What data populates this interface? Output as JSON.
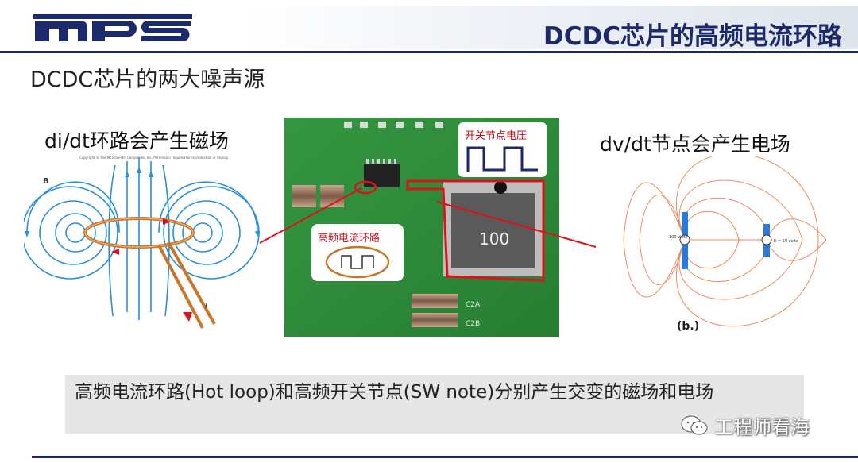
{
  "header": {
    "logo_text": "mps",
    "title": "DCDC芯片的高频电流环路"
  },
  "slide": {
    "subtitle": "DCDC芯片的两大噪声源",
    "left_caption": "di/dt环路会产生磁场",
    "right_caption": "dv/dt节点会产生电场",
    "magnetic_figure": {
      "copyright": "Copyright © The McGraw-Hill Companies, Inc. Permission required for reproduction or display.",
      "field_label": "B",
      "current_label": "I"
    },
    "pcb_photo": {
      "switch_node_label": "开关节点电压",
      "hot_loop_label": "高频电流环路",
      "inductor_marking": "100",
      "cap_label_1": "C2A",
      "cap_label_2": "C2B"
    },
    "electric_figure": {
      "left_charge": "100\nVolts",
      "right_charge": "E = 10 volts",
      "figure_label": "(b.)"
    },
    "note": "高频电流环路(Hot loop)和高频开关节点(SW note)分别产生交变的磁场和电场"
  },
  "watermark": {
    "text": "工程师看海"
  },
  "colors": {
    "brand_navy": "#1c2a6b",
    "annotation_red": "#e0101a",
    "pcb_green": "#2f8d3b",
    "field_blue": "#2b8fd6"
  }
}
